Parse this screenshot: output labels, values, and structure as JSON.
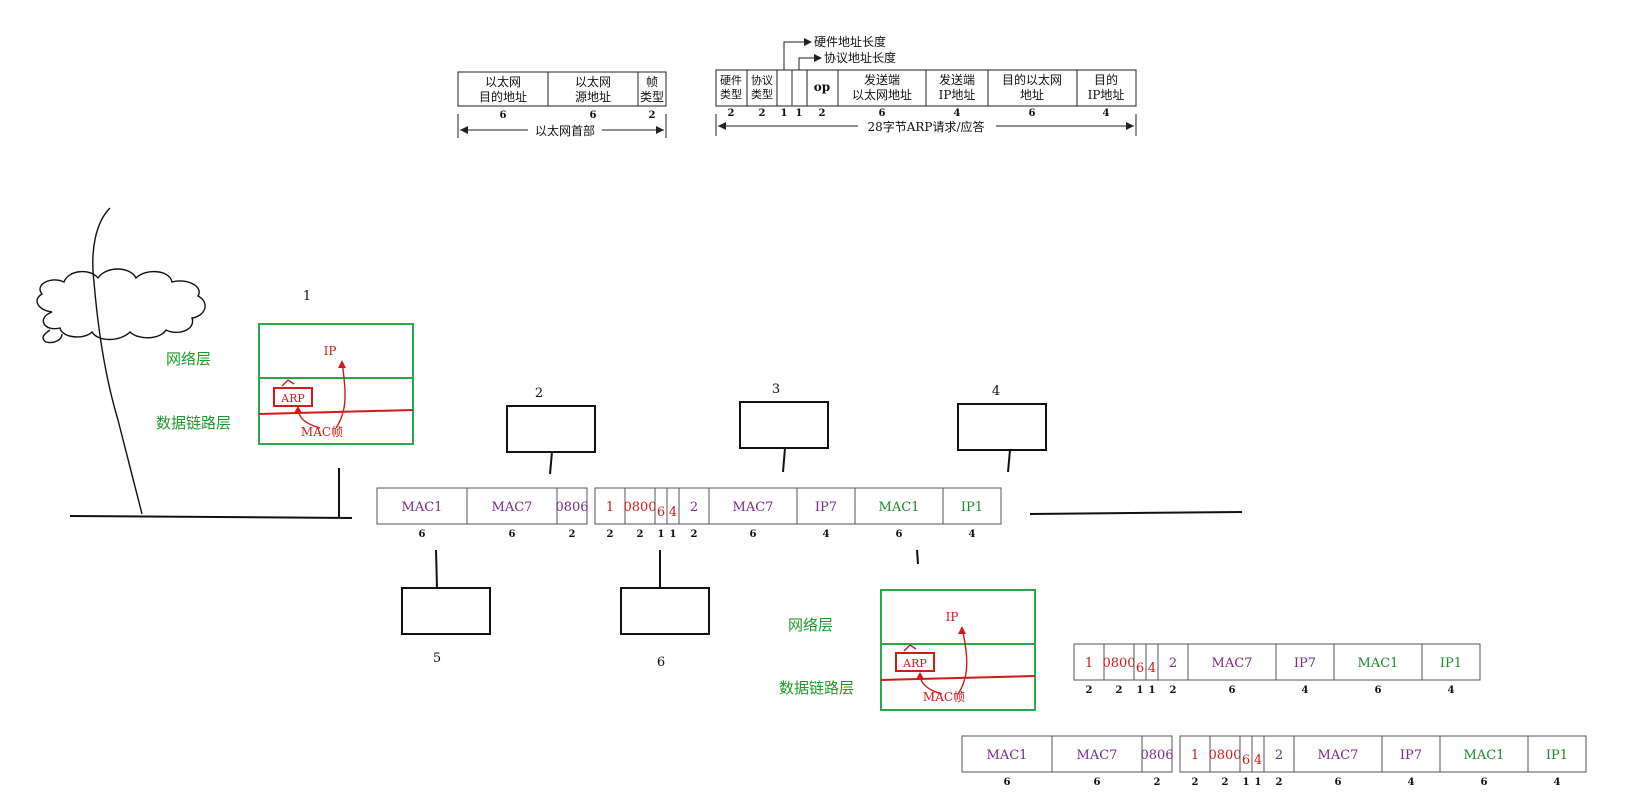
{
  "ethernet_header": {
    "fields": [
      {
        "line1": "以太网",
        "line2": "目的地址",
        "size": "6"
      },
      {
        "line1": "以太网",
        "line2": "源地址",
        "size": "6"
      },
      {
        "line1": "帧",
        "line2": "类型",
        "size": "2"
      }
    ],
    "span_label": "以太网首部"
  },
  "arp_packet": {
    "fields": [
      {
        "line1": "硬件",
        "line2": "类型",
        "size": "2"
      },
      {
        "line1": "协议",
        "line2": "类型",
        "size": "2"
      },
      {
        "line1": "",
        "line2": "",
        "size": "1"
      },
      {
        "line1": "",
        "line2": "",
        "size": "1"
      },
      {
        "line1": "op",
        "line2": "",
        "size": "2"
      },
      {
        "line1": "发送端",
        "line2": "以太网地址",
        "size": "6"
      },
      {
        "line1": "发送端",
        "line2": "IP地址",
        "size": "4"
      },
      {
        "line1": "目的以太网",
        "line2": "地址",
        "size": "6"
      },
      {
        "line1": "目的",
        "line2": "IP地址",
        "size": "4"
      }
    ],
    "hw_len_label": "硬件地址长度",
    "proto_len_label": "协议地址长度",
    "span_label": "28字节ARP请求/应答"
  },
  "nodes": {
    "n1": "1",
    "n2": "2",
    "n3": "3",
    "n4": "4",
    "n5": "5",
    "n6": "6"
  },
  "stack": {
    "network_layer": "网络层",
    "datalink_layer": "数据链路层",
    "ip": "IP",
    "arp": "ARP",
    "mac_frame": "MAC帧"
  },
  "frame": {
    "eth": [
      {
        "value": "MAC1",
        "size": "6",
        "color": "purple"
      },
      {
        "value": "MAC7",
        "size": "6",
        "color": "purple"
      },
      {
        "value": "0806",
        "size": "2",
        "color": "purple"
      }
    ],
    "arp": [
      {
        "value": "1",
        "size": "2",
        "color": "red"
      },
      {
        "value": "0800",
        "size": "2",
        "color": "red"
      },
      {
        "value": "6",
        "size": "1",
        "color": "red"
      },
      {
        "value": "4",
        "size": "1",
        "color": "red"
      },
      {
        "value": "2",
        "size": "2",
        "color": "purple"
      },
      {
        "value": "MAC7",
        "size": "6",
        "color": "purple"
      },
      {
        "value": "IP7",
        "size": "4",
        "color": "purple"
      },
      {
        "value": "MAC1",
        "size": "6",
        "color": "green"
      },
      {
        "value": "IP1",
        "size": "4",
        "color": "green"
      }
    ]
  },
  "colors": {
    "red": "#d11a1a",
    "purple": "#7a2a8c",
    "green": "#1b8a2a",
    "stack_border": "#2aa84a",
    "arp_box": "#d11a1a"
  }
}
